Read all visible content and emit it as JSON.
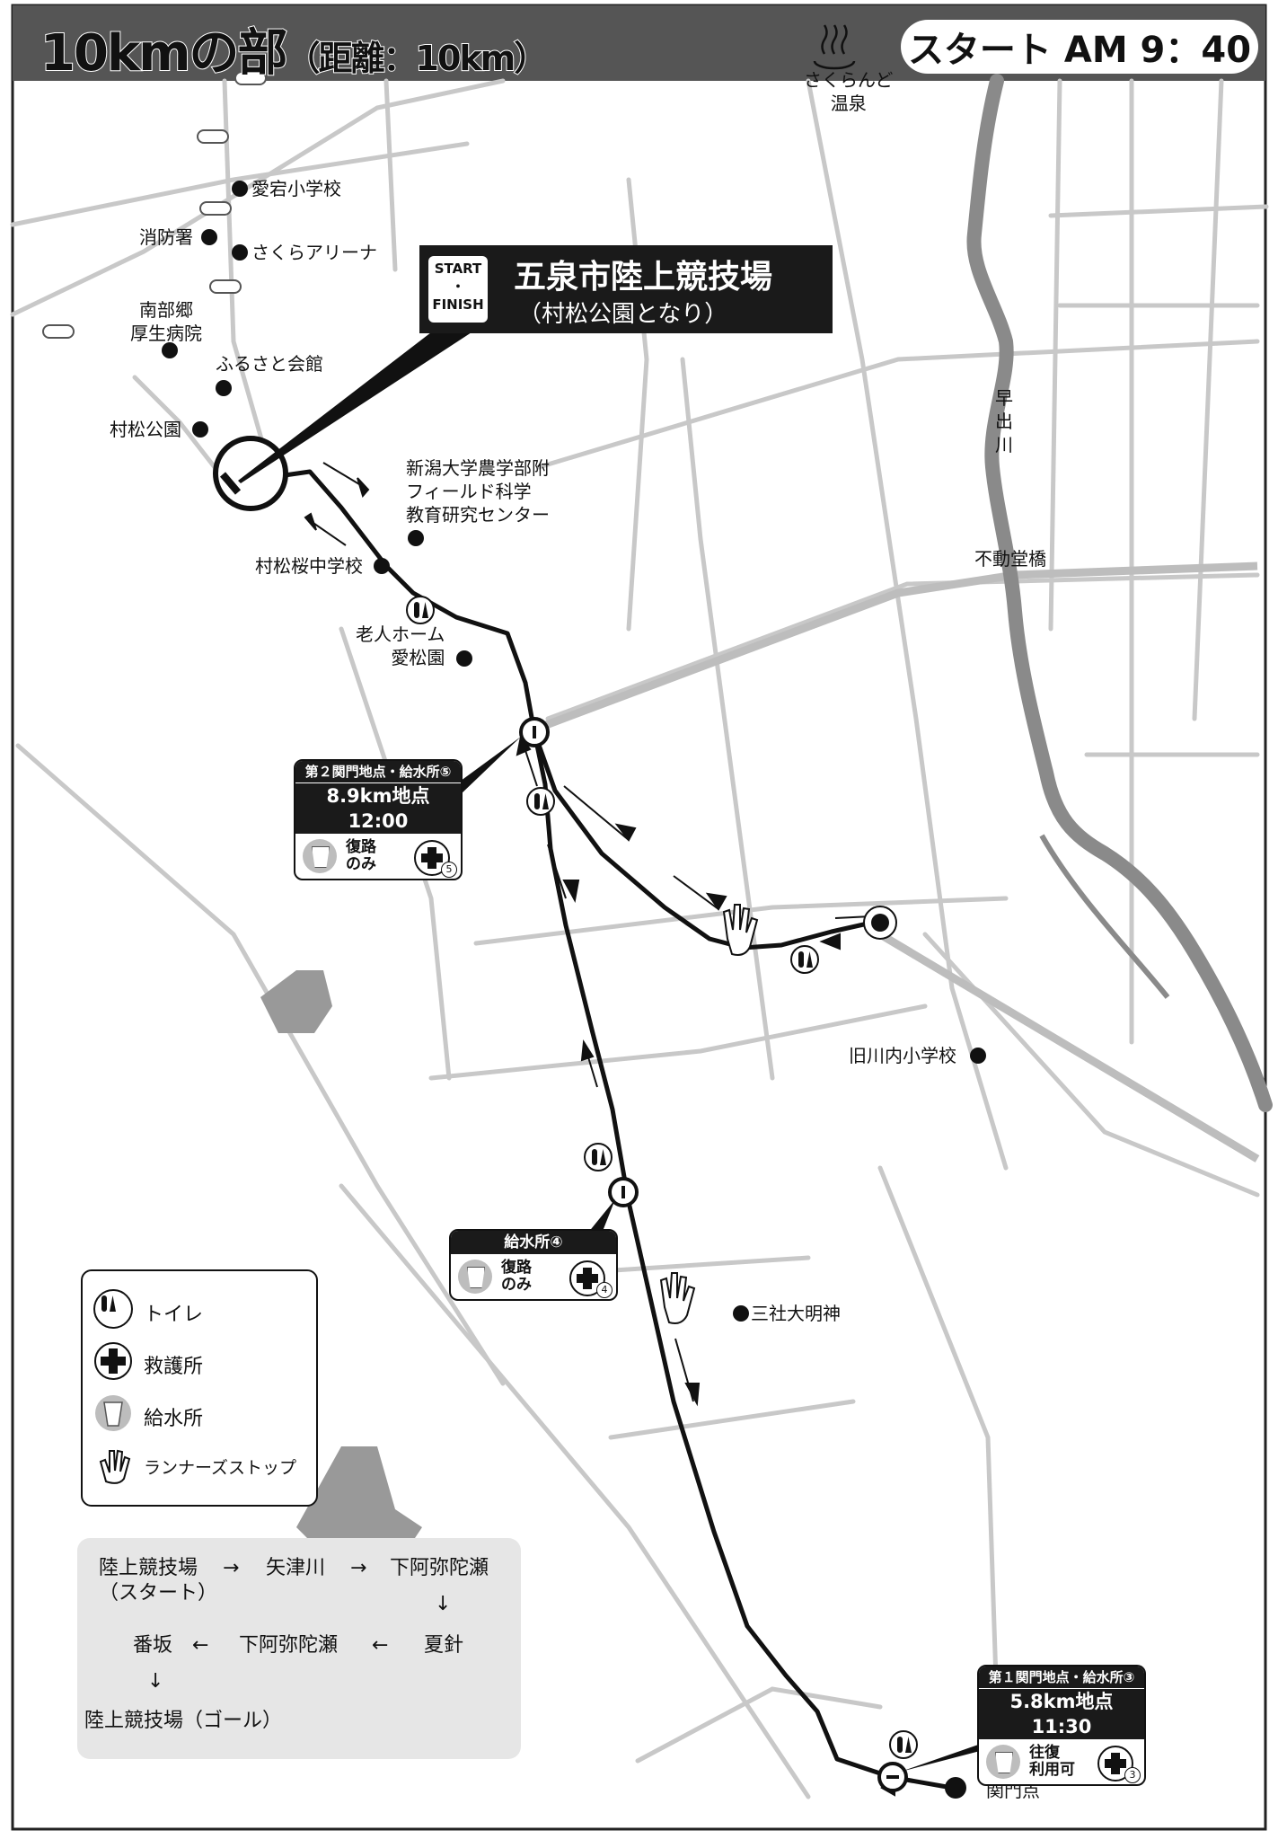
{
  "header": {
    "title": "10kmの部",
    "subtitle": "（距離：10km）",
    "start_time": "スタート AM 9：40",
    "onsen_label": "さくらんど\n温泉"
  },
  "venue": {
    "start_finish": "START\n・\nFINISH",
    "name": "五泉市陸上競技場",
    "note": "（村松公園となり）"
  },
  "places": {
    "atago_school": "愛宕小学校",
    "fire_station": "消防署",
    "sakura_arena": "さくらアリーナ",
    "nanbugo_hospital": "南部郷\n厚生病院",
    "furusato_hall": "ふるさと会館",
    "muramatsu_park": "村松公園",
    "niigata_univ": "新潟大学農学部附\nフィールド科学\n教育研究センター",
    "muramatsu_sakura_jhs": "村松桜中学校",
    "elderly_home": "老人ホーム\n愛松園",
    "hayade_river": "早\n出\n川",
    "fudo_bridge": "不動堂橋",
    "kyu_kawauchi_school": "旧川内小学校",
    "sansha_shrine": "三社大明神",
    "turnaround": "関門点"
  },
  "checkpoints": [
    {
      "title": "第２関門地点・給水所⑤",
      "distance": "8.9km地点 12:00",
      "water_note": "復路\nのみ",
      "aid_number": "5"
    },
    {
      "title": "給水所④",
      "water_note": "復路\nのみ",
      "aid_number": "4"
    },
    {
      "title": "第１関門地点・給水所③",
      "distance": "5.8km地点 11:30",
      "water_note": "往復\n利用可",
      "aid_number": "3"
    }
  ],
  "legend": {
    "toilet": "トイレ",
    "aid": "救護所",
    "water": "給水所",
    "runners_stop": "ランナーズストップ"
  },
  "route_summary": {
    "a1": "陸上競技場\n（スタート）",
    "a2": "矢津川",
    "a3": "下阿弥陀瀬",
    "b1": "番坂",
    "b2": "下阿弥陀瀬",
    "b3": "夏針",
    "c1": "陸上競技場（ゴール）",
    "arrow_right": "→",
    "arrow_left": "←",
    "arrow_down": "↓"
  },
  "colors": {
    "road": "#c8c8c8",
    "river": "#8a8a8a",
    "course": "#111111",
    "header_bg": "#555555"
  }
}
